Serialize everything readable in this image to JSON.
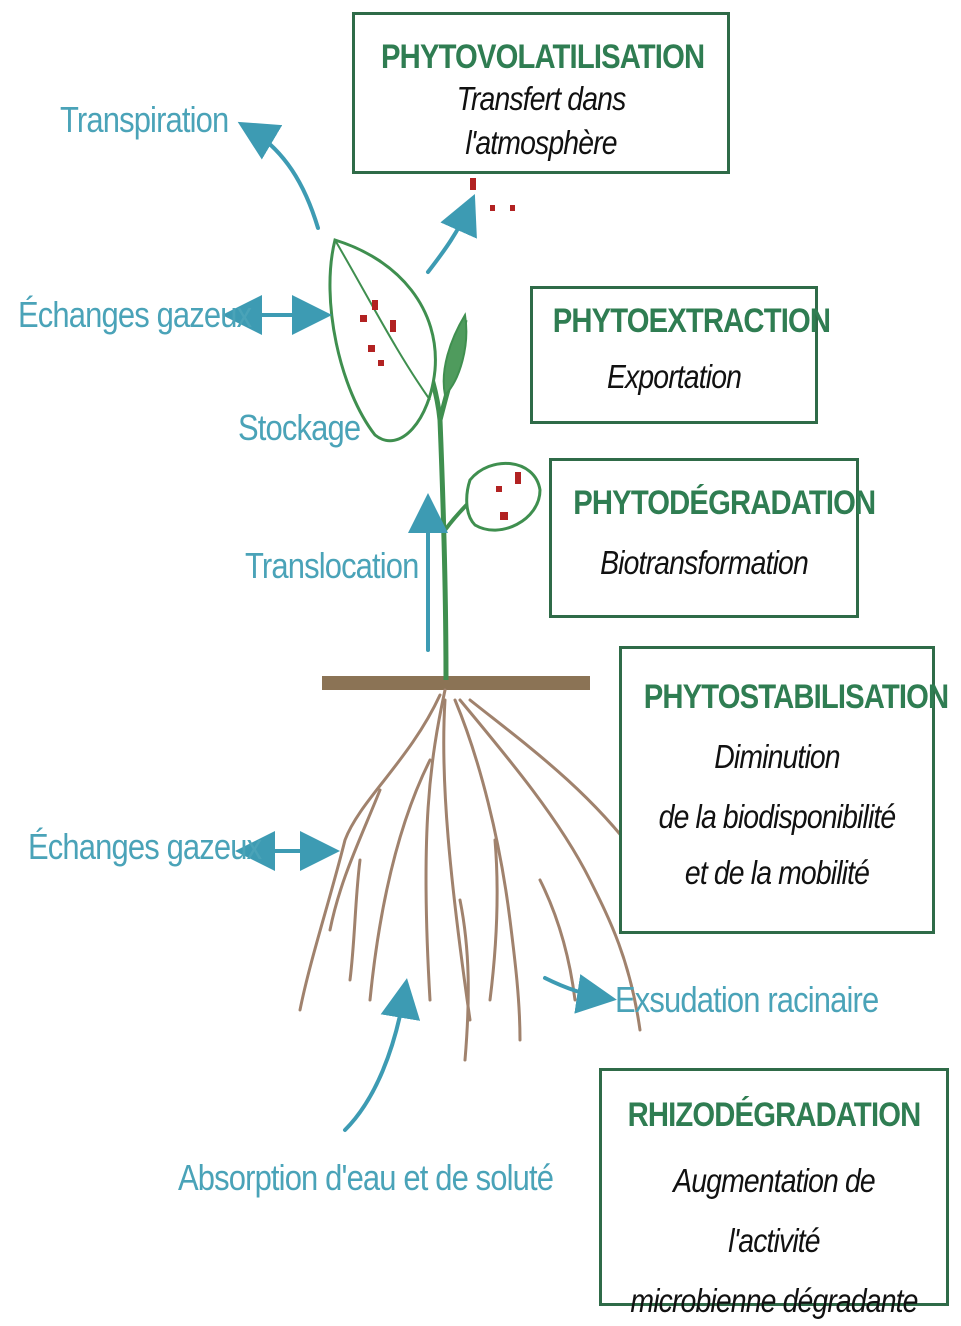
{
  "boxes": {
    "phytovolatilisation": {
      "title": "PHYTOVOLATILISATION",
      "lines": [
        "Transfert dans l'atmosphère"
      ]
    },
    "phytoextraction": {
      "title": "PHYTOEXTRACTION",
      "lines": [
        "Exportation"
      ]
    },
    "phytodegradation": {
      "title": "PHYTODÉGRADATION",
      "lines": [
        "Biotransformation"
      ]
    },
    "phytostabilisation": {
      "title": "PHYTOSTABILISATION",
      "lines": [
        "Diminution",
        "de la biodisponibilité",
        "et de la mobilité"
      ]
    },
    "rhizodegradation": {
      "title": "RHIZODÉGRADATION",
      "lines": [
        "Augmentation de l'activité",
        "microbienne dégradante"
      ]
    }
  },
  "labels": {
    "transpiration": "Transpiration",
    "echanges_gazeux_top": "Échanges gazeux",
    "stockage": "Stockage",
    "translocation": "Translocation",
    "echanges_gazeux_bottom": "Échanges gazeux",
    "exsudation": "Exsudation racinaire",
    "absorption": "Absorption d'eau et de soluté"
  },
  "colors": {
    "box_border": "#2f6b48",
    "box_title": "#2f7d52",
    "label": "#4aa3b8",
    "arrow": "#3d9bb3",
    "plant": "#3f8f4f",
    "soil": "#8b7355",
    "root": "#a0826d",
    "contaminant": "#b22222"
  }
}
